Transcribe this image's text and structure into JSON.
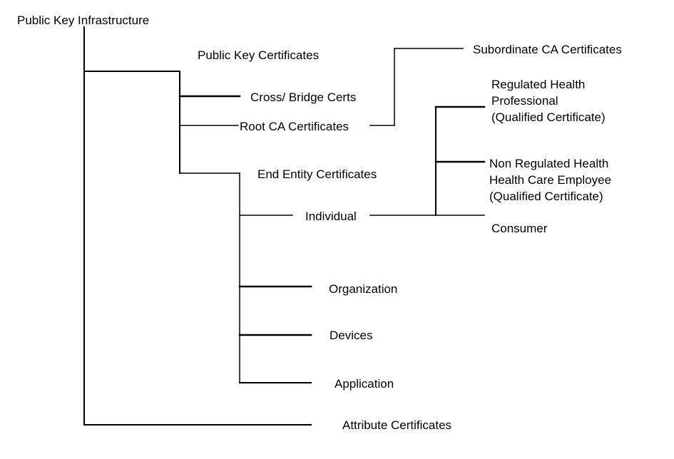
{
  "diagram": {
    "root": "Public Key Infrastructure",
    "public_key_certificates": "Public Key Certificates",
    "cross_bridge": "Cross/ Bridge  Certs",
    "root_ca": "Root CA Certificates",
    "subordinate_ca": "Subordinate CA Certificates",
    "end_entity": "End Entity Certificates",
    "individual": "Individual",
    "regulated": [
      "Regulated Health",
      "Professional",
      "(Qualified Certificate)"
    ],
    "non_regulated": [
      "Non Regulated Health",
      "Health Care Employee",
      "(Qualified Certificate)"
    ],
    "consumer": "Consumer",
    "organization": "Organization",
    "devices": "Devices",
    "application": "Application",
    "attribute": "Attribute Certificates"
  }
}
